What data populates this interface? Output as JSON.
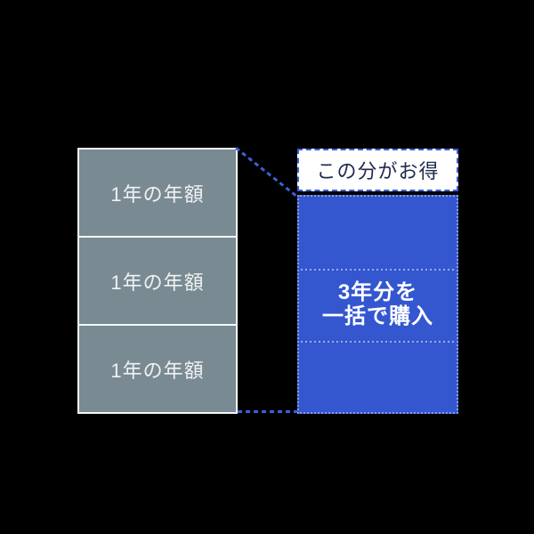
{
  "diagram": {
    "left_column": {
      "boxes": [
        {
          "label": "1年の年額"
        },
        {
          "label": "1年の年額"
        },
        {
          "label": "1年の年額"
        }
      ]
    },
    "savings_callout": {
      "label": "この分がお得"
    },
    "bundle_box": {
      "label_line1": "3年分を",
      "label_line2": "一括で購入"
    }
  },
  "colors": {
    "background": "#000000",
    "gray_fill": "#798a93",
    "gray_border": "#f5f7f8",
    "gray_label_text": "#eff2f3",
    "blue_fill": "#3457d0",
    "connector_blue": "#3e5fd2",
    "callout_bg": "#ffffff",
    "callout_border": "#3e5fd2",
    "callout_text": "#1e2a4c",
    "bundle_text": "#ffffff"
  }
}
